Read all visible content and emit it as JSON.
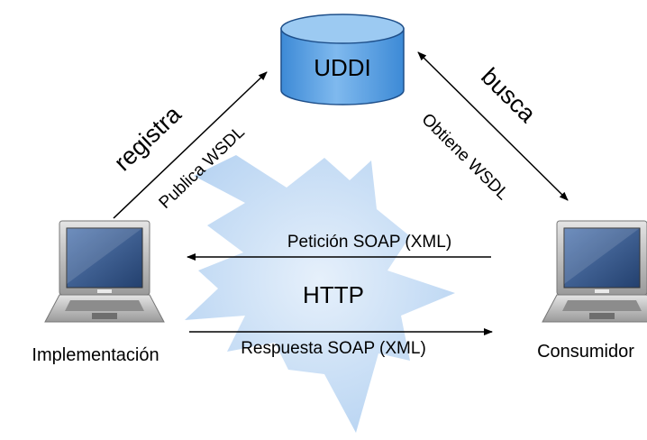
{
  "nodes": {
    "registry": {
      "label": "UDDI"
    },
    "provider": {
      "label": "Implementación"
    },
    "consumer": {
      "label": "Consumidor"
    }
  },
  "edges": {
    "register": {
      "verb": "registra",
      "detail": "Publica WSDL"
    },
    "search": {
      "verb": "busca",
      "detail": "Obtiene WSDL"
    },
    "request": {
      "label": "Petición SOAP (XML)"
    },
    "response": {
      "label": "Respuesta SOAP (XML)"
    }
  },
  "network": {
    "label": "HTTP"
  },
  "colors": {
    "cloud": "#c9def5",
    "cylinder": "#4f9fe3",
    "cylinder_top": "#8ec3f0",
    "laptop_body": "#c8c8c8",
    "laptop_screen": "#3a5a8c"
  }
}
